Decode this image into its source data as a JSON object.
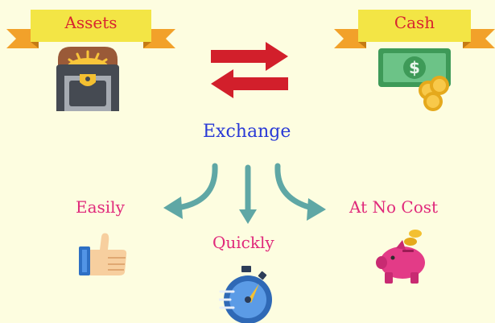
{
  "banners": {
    "left": {
      "label": "Assets"
    },
    "right": {
      "label": "Cash"
    }
  },
  "center": {
    "label": "Exchange"
  },
  "outcomes": [
    {
      "label": "Easily"
    },
    {
      "label": "Quickly"
    },
    {
      "label": "At No Cost"
    }
  ],
  "colors": {
    "background": "#fdfde0",
    "banner_yellow": "#f3e545",
    "banner_orange": "#f2a12a",
    "banner_text": "#d8242f",
    "exchange_arrows": "#d21f2b",
    "center_text": "#2a3ad6",
    "outcome_text": "#e0297b",
    "curved_arrows": "#5fa7a5"
  },
  "icons": {
    "left": "treasure-chest-icon",
    "right": "money-and-coins-icon",
    "center": "exchange-arrows-icon",
    "easily": "thumbs-up-icon",
    "quickly": "stopwatch-icon",
    "no_cost": "piggy-bank-icon"
  }
}
